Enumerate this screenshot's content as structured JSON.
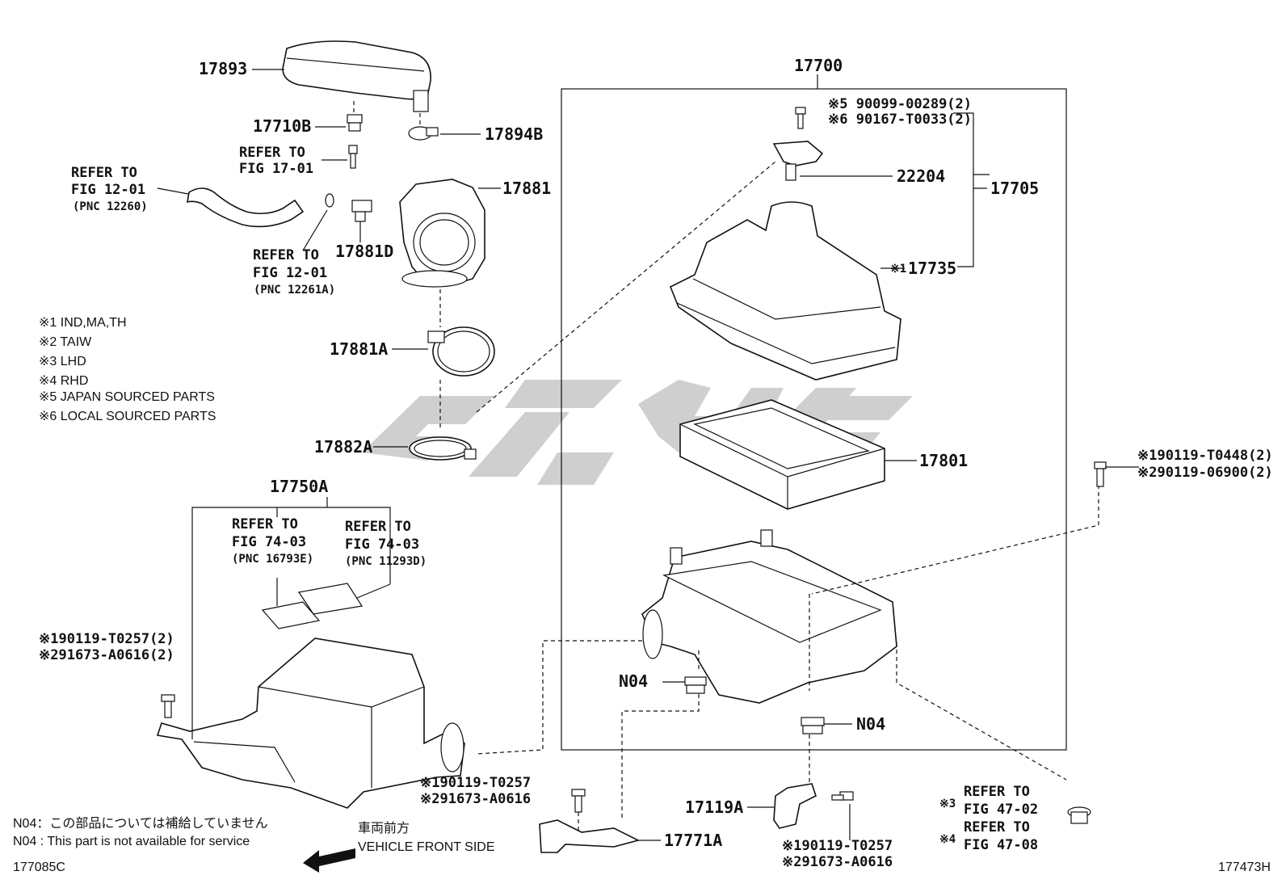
{
  "labels": {
    "p17893": "17893",
    "p17710B": "17710B",
    "p17894B": "17894B",
    "p17881": "17881",
    "p17881D": "17881D",
    "p17881A": "17881A",
    "p17882A": "17882A",
    "p17750A": "17750A",
    "p17700": "17700",
    "p17705": "17705",
    "p22204": "22204",
    "p17735": "17735",
    "p17735_mark": "※1",
    "p17801": "17801",
    "n04_left": "N04",
    "n04_right": "N04",
    "p17119A": "17119A",
    "p17771A": "17771A"
  },
  "refs": {
    "ref_17_01": {
      "line1": "REFER TO",
      "line2": "FIG 17-01"
    },
    "ref_12_01_a": {
      "line1": "REFER TO",
      "line2": "FIG 12-01",
      "pnc": "(PNC 12260)"
    },
    "ref_12_01_b": {
      "line1": "REFER TO",
      "line2": "FIG 12-01",
      "pnc": "(PNC 12261A)"
    },
    "ref_74_03_a": {
      "line1": "REFER TO",
      "line2": "FIG 74-03",
      "pnc": "(PNC 16793E)"
    },
    "ref_74_03_b": {
      "line1": "REFER TO",
      "line2": "FIG 74-03",
      "pnc": "(PNC 11293D)"
    },
    "ref_47_02": {
      "mark": "※3",
      "line1": "REFER TO",
      "line2": "FIG 47-02"
    },
    "ref_47_08": {
      "mark": "※4",
      "line1": "REFER TO",
      "line2": "FIG 47-08"
    }
  },
  "bolt_callouts": {
    "top_right_1": "※5 90099-00289(2)",
    "top_right_2": "※6 90167-T0033(2)",
    "right_1": "※190119-T0448(2)",
    "right_2": "※290119-06900(2)",
    "left_1": "※190119-T0257(2)",
    "left_2": "※291673-A0616(2)",
    "mid_1": "※190119-T0257",
    "mid_2": "※291673-A0616",
    "bottom_1": "※190119-T0257",
    "bottom_2": "※291673-A0616"
  },
  "legend": [
    "※1 IND,MA,TH",
    "※2 TAIW",
    "※3 LHD",
    "※4 RHD",
    "※5 JAPAN SOURCED PARTS",
    "※6 LOCAL SOURCED PARTS"
  ],
  "footnotes": {
    "n04_jp": "N04：この部品については補給していません",
    "n04_en": "N04 : This part is not available for service",
    "front_jp": "車両前方",
    "front_en": "VEHICLE FRONT SIDE",
    "code_left": "177085C",
    "code_right": "177473H"
  },
  "icons": [
    "vehicle-front-arrow-icon",
    "watermark-logo"
  ],
  "colors": {
    "line": "#111111",
    "watermark": "#cfcfcf",
    "background": "#ffffff"
  }
}
